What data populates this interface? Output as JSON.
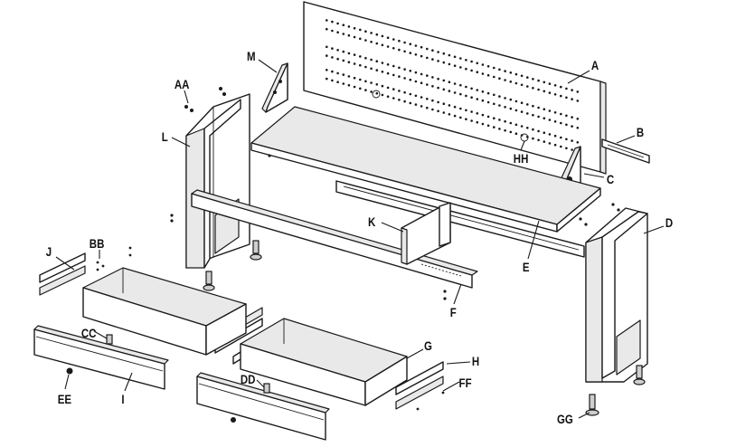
{
  "diagram": {
    "labels": {
      "A": "A",
      "B": "B",
      "C": "C",
      "D": "D",
      "E": "E",
      "F": "F",
      "G": "G",
      "H": "H",
      "I": "I",
      "J": "J",
      "K": "K",
      "L": "L",
      "M": "M",
      "AA": "AA",
      "BB": "BB",
      "CC": "CC",
      "DD": "DD",
      "EE": "EE",
      "FF": "FF",
      "GG": "GG",
      "HH": "HH"
    }
  }
}
